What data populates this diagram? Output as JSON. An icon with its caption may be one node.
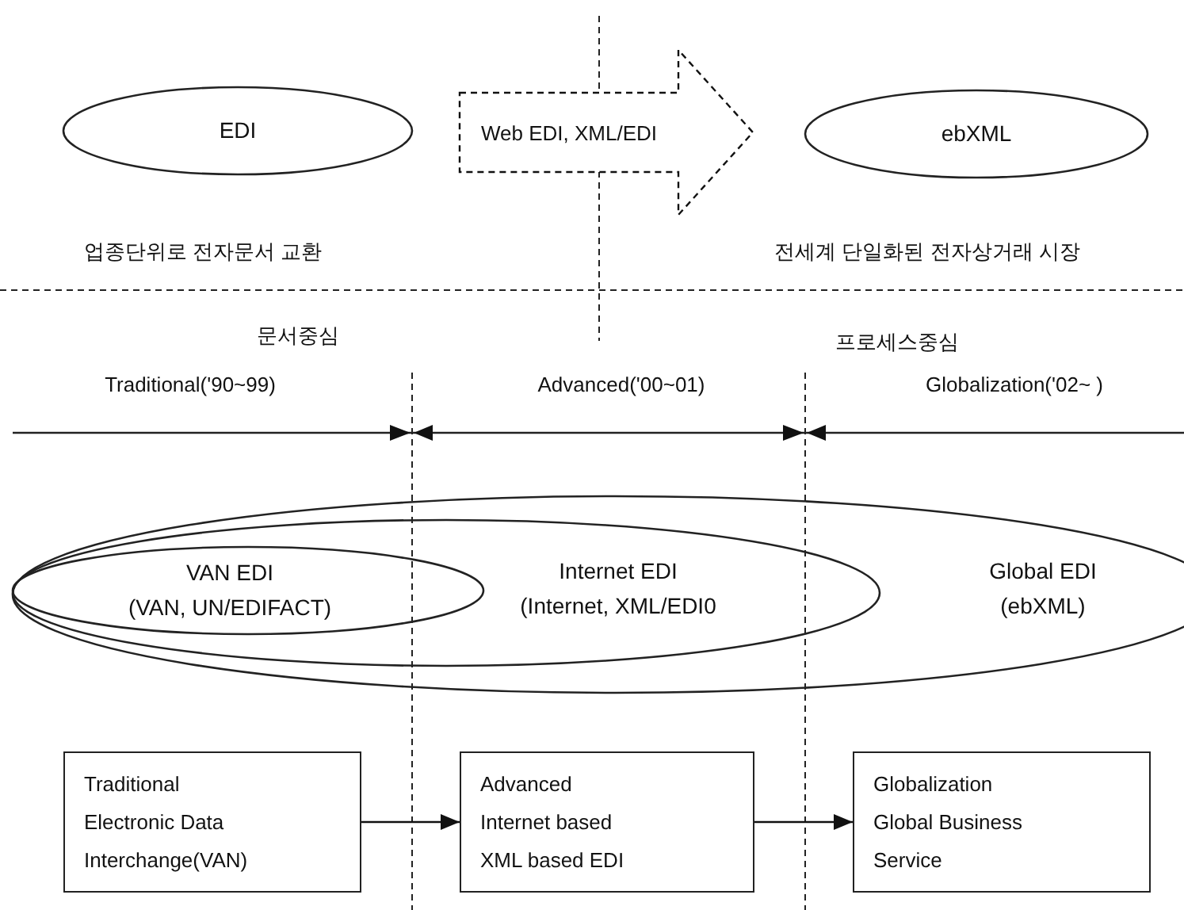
{
  "diagram": {
    "nodes": [
      {
        "text": [
          "EDI"
        ]
      },
      {
        "text": [
          "ebXML"
        ]
      },
      {
        "text": [
          "Global EDI",
          "(ebXML)"
        ]
      },
      {
        "text": [
          "Internet EDI",
          "(Internet, XML/EDI0"
        ],
        "in": 2
      },
      {
        "text": [
          "VAN EDI",
          "(VAN, UN/EDIFACT)"
        ],
        "in": 3
      },
      {
        "text": [
          "Traditional",
          "Electronic Data Interchange(VAN)"
        ]
      },
      {
        "text": [
          "Advanced",
          "Internet based",
          "XML based EDI"
        ]
      },
      {
        "text": [
          "Globalization",
          "Global Business Service"
        ]
      }
    ],
    "edges": [
      {
        "from": 0,
        "to": 1,
        "arrow": "to",
        "style": "dashed",
        "label": "Web EDI, XML/EDI"
      },
      {
        "from": 5,
        "to": 6,
        "arrow": "to"
      },
      {
        "from": 6,
        "to": 7,
        "arrow": "to"
      }
    ],
    "labels": [
      "업종단위로 전자문서 교환",
      "전세계 단일화된 전자상거래 시장",
      "문서중심",
      "프로세스중심",
      "Traditional('90~99)",
      "Advanced('00~01)",
      "Globalization('02~ )"
    ]
  }
}
